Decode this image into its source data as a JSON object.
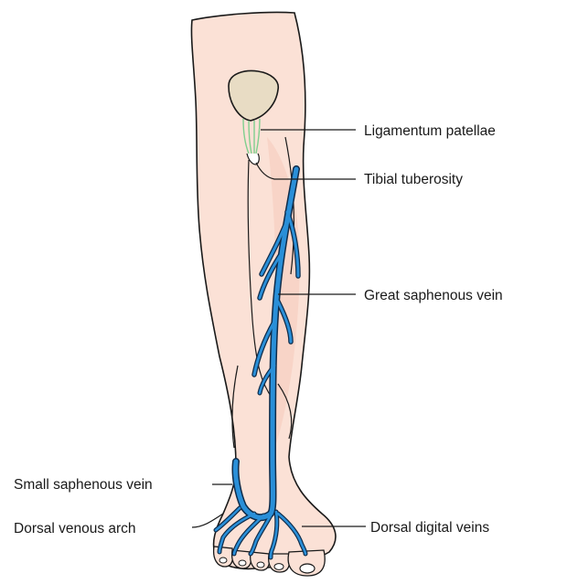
{
  "labels": {
    "ligamentum_patellae": "Ligamentum patellae",
    "tibial_tuberosity": "Tibial tuberosity",
    "great_saphenous_vein": "Great saphenous vein",
    "small_saphenous_vein": "Small saphenous vein",
    "dorsal_venous_arch": "Dorsal venous arch",
    "dorsal_digital_veins": "Dorsal digital veins"
  },
  "colors": {
    "skin": "#fbe1d6",
    "skin_shade": "#f6cfc0",
    "patella": "#e8dcc4",
    "ligament": "#7fcf8e",
    "vein": "#2a8fd8",
    "vein_outline": "#0f2c4a",
    "outline": "#1a1a1a",
    "leader": "#1a1a1a"
  }
}
